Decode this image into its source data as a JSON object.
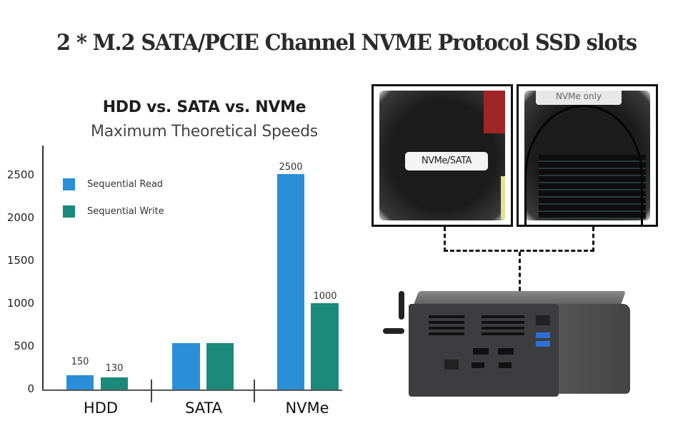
{
  "headline": "2 * M.2 SATA/PCIE Channel NVME Protocol SSD slots",
  "chart_data": {
    "type": "bar",
    "title": "HDD vs. SATA vs. NVMe",
    "subtitle": "Maximum Theoretical Speeds",
    "categories": [
      "HDD",
      "SATA",
      "NVMe"
    ],
    "series": [
      {
        "name": "Sequential Read",
        "color": "#2a8fd8",
        "values": [
          150,
          550,
          2500
        ],
        "labels": [
          "150",
          "",
          "2500"
        ]
      },
      {
        "name": "Sequential Write",
        "color": "#1b8a7a",
        "values": [
          130,
          550,
          1000
        ],
        "labels": [
          "130",
          "",
          "1000"
        ]
      }
    ],
    "xlabel": "",
    "ylabel": "",
    "ylim": [
      0,
      2500
    ],
    "yticks": [
      "2500",
      "2000",
      "1500",
      "1000",
      "500",
      "0"
    ],
    "grid": false,
    "legend_position": "upper-left"
  },
  "photos": {
    "left_label": "NVMe/SATA",
    "right_label": "NVMe only"
  }
}
